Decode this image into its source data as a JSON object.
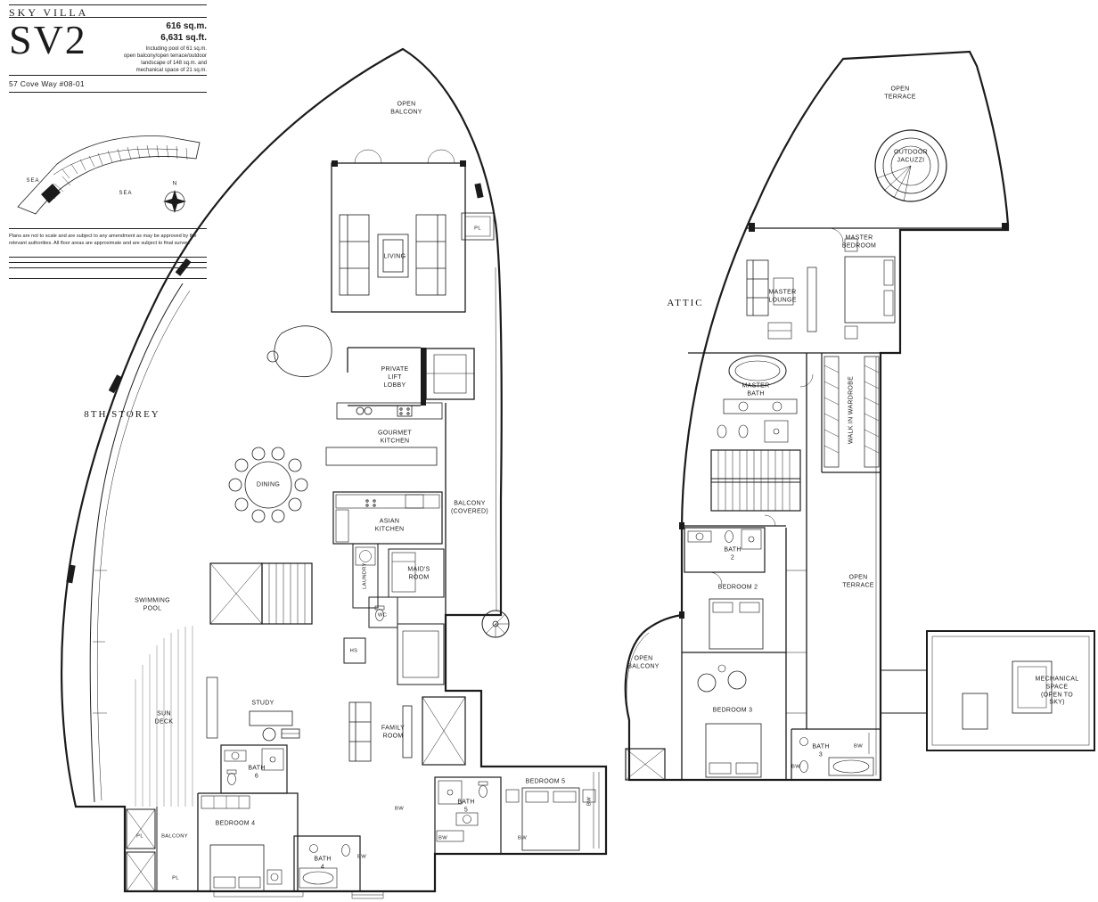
{
  "header": {
    "series_title": "SKY VILLA",
    "unit_code": "SV2",
    "area_sqm": "616 sq.m.",
    "area_sqft": "6,631 sq.ft.",
    "area_notes": "Including pool of 61 sq.m.\nopen balcony/open terrace/outdoor\nlandscape of 148 sq.m. and\nmechanical space of 21 sq.m.",
    "address": "57 Cove Way #08-01",
    "disclaimer": "Plans are not to scale and are subject to any amendment as may be approved by the relevant authorities. All floor areas are approximate and are subject to final survey.",
    "keymap": {
      "sea_left": "SEA",
      "sea_right": "SEA",
      "compass_north": "N"
    }
  },
  "floors": {
    "left_title": "8TH STOREY",
    "right_title": "ATTIC"
  },
  "plan8": {
    "open_balcony": "OPEN\nBALCONY",
    "pl_top": "PL",
    "living": "LIVING",
    "private_lift_lobby": "PRIVATE\nLIFT\nLOBBY",
    "gourmet_kitchen": "GOURMET\nKITCHEN",
    "dining": "DINING",
    "balcony_covered": "BALCONY\n(COVERED)",
    "asian_kitchen": "ASIAN\nKITCHEN",
    "laundry": "LAUNDRY",
    "maids_room": "MAID'S\nROOM",
    "wc": "WC",
    "hs": "HS",
    "swimming_pool": "SWIMMING\nPOOL",
    "study": "STUDY",
    "family_room": "FAMILY\nROOM",
    "sun_deck": "SUN\nDECK",
    "bath6": "BATH\n6",
    "bedroom4": "BEDROOM 4",
    "bedroom5": "BEDROOM 5",
    "bath5": "BATH\n5",
    "bath4": "BATH\n4",
    "pl_left": "PL",
    "balcony": "BALCONY",
    "pl_left2": "PL",
    "bw_family": "BW",
    "bw_bed5_right": "BW",
    "bw_bath5": "BW",
    "bw_bath4": "BW",
    "bw_bed5_bottom": "BW"
  },
  "attic": {
    "open_terrace_top": "OPEN\nTERRACE",
    "outdoor_jacuzzi": "OUTDOOR\nJACUZZI",
    "master_bedroom": "MASTER\nBEDROOM",
    "master_lounge": "MASTER\nLOUNGE",
    "master_bath": "MASTER\nBATH",
    "walk_in_wardrobe": "WALK IN WARDROBE",
    "bath2": "BATH\n2",
    "bedroom2": "BEDROOM 2",
    "open_terrace_right": "OPEN\nTERRACE",
    "open_balcony": "OPEN\nBALCONY",
    "bedroom3": "BEDROOM 3",
    "mechanical_space": "MECHANICAL\nSPACE\n(OPEN TO SKY)",
    "bath3": "BATH\n3",
    "bw_bed3": "BW",
    "bw_bath3": "BW"
  }
}
